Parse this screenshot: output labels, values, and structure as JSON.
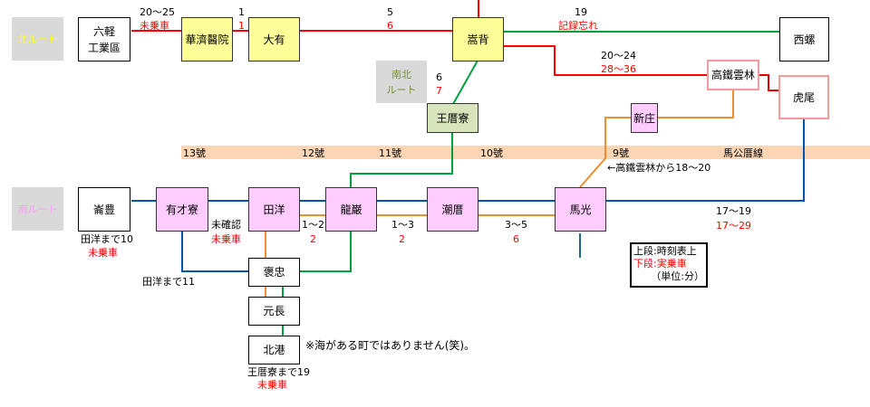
{
  "routes": {
    "north": {
      "label": "北ルート",
      "color": "#ffff00"
    },
    "south": {
      "label": "南ルート",
      "color": "#ff99ff"
    },
    "south_north": {
      "label_line1": "南北",
      "label_line2": "ルート",
      "color": "#76923c"
    }
  },
  "stations": {
    "rokkei": {
      "line1": "六軽",
      "line2": "工業區"
    },
    "kasai": "華濟醫院",
    "daiyu": "大有",
    "suhai": "嵩背",
    "seira": "西螺",
    "takatetsu": "高鐵雲林",
    "torao": "虎尾",
    "oukyo": "王厝寮",
    "shinsho": "新庄",
    "suho": "崙豊",
    "yusairyo": "有才寮",
    "denyo": "田洋",
    "ryugan": "龍巌",
    "chorei": "潮厝",
    "bakou": "馬光",
    "houchu": "褒忠",
    "gencho": "元長",
    "hokko": "北港"
  },
  "segments": {
    "rokkei_kasai": {
      "scheduled": "20～25",
      "actual": "未乗車"
    },
    "kasai_daiyu": {
      "scheduled": "1",
      "actual": "1"
    },
    "daiyu_suhai": {
      "scheduled": "5",
      "actual": "6"
    },
    "suhai_seira": {
      "scheduled": "19",
      "actual": "記録忘れ"
    },
    "suhai_takatetsu": {
      "scheduled": "20～24",
      "actual": "28～36"
    },
    "suhai_oukyo": {
      "scheduled": "6",
      "actual": "7"
    },
    "suho_denyo": {
      "scheduled": "田洋まで10",
      "actual": "未乗車"
    },
    "yusairyo_denyo": {
      "scheduled": "未確認",
      "actual": "未乗車"
    },
    "yusairyo_houchu": {
      "scheduled": "田洋まで11"
    },
    "denyo_ryugan": {
      "scheduled": "1～2",
      "actual": "2"
    },
    "ryugan_chorei": {
      "scheduled": "1～3",
      "actual": "2"
    },
    "chorei_bakou": {
      "scheduled": "3～5",
      "actual": "6"
    },
    "bakou_torao": {
      "scheduled": "17～19",
      "actual": "17～29"
    },
    "takatetsu_bakou": {
      "scheduled": "←高鐵雲林から18～20"
    },
    "hokko_oukyo": {
      "scheduled": "王厝寮まで19",
      "actual": "未乗車"
    }
  },
  "highway": {
    "name": "馬公厝線",
    "markers": [
      "13號",
      "12號",
      "11號",
      "10號",
      "9號"
    ]
  },
  "note": "※海がある町ではありません(笑)。",
  "legend": {
    "upper": "上段:時刻表上",
    "lower": "下段:実乗車",
    "unit": "（単位:分）"
  },
  "colors": {
    "north_line": "#ff0000",
    "green_line": "#00a040",
    "blue_line": "#0055b0",
    "orange_line": "#f08c30",
    "dark_red_line": "#c00000"
  }
}
